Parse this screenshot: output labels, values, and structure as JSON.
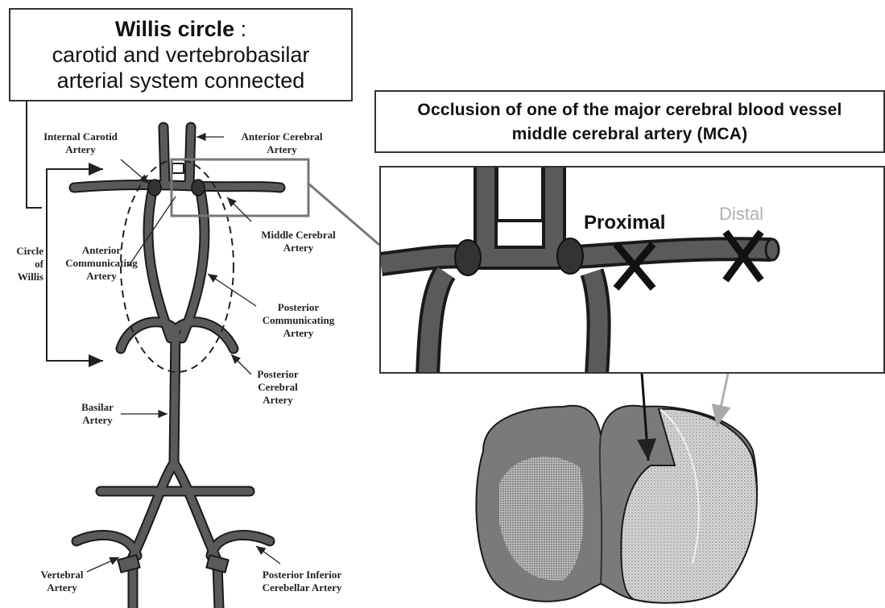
{
  "title_box": {
    "title": "Willis circle",
    "colon": " :",
    "line2": "carotid and vertebrobasilar",
    "line3": "arterial system connected"
  },
  "occlusion_box": {
    "line1": "Occlusion of one of the major cerebral blood vessel",
    "line2": "middle cerebral artery (MCA)"
  },
  "labels": {
    "internal_carotid": [
      "Internal Carotid",
      "Artery"
    ],
    "anterior_cerebral": [
      "Anterior Cerebral",
      "Artery"
    ],
    "middle_cerebral": [
      "Middle Cerebral",
      "Artery"
    ],
    "anterior_communicating": [
      "Anterior",
      "Communicating",
      "Artery"
    ],
    "circle_of_willis": [
      "Circle",
      "of",
      "Willis"
    ],
    "posterior_communicating": [
      "Posterior",
      "Communicating",
      "Artery"
    ],
    "posterior_cerebral": [
      "Posterior",
      "Cerebral",
      "Artery"
    ],
    "basilar": [
      "Basilar",
      "Artery"
    ],
    "vertebral": [
      "Vertebral",
      "Artery"
    ],
    "posterior_inferior_cerebellar": [
      "Posterior Inferior",
      "Cerebellar Artery"
    ]
  },
  "zoom": {
    "proximal": "Proximal",
    "distal": "Distal"
  },
  "colors": {
    "vessel": "#5a5a5a",
    "vessel_outline": "#1a1a1a",
    "distal_gray": "#b0b0b0",
    "brain_tissue": "#7a7a7a"
  }
}
